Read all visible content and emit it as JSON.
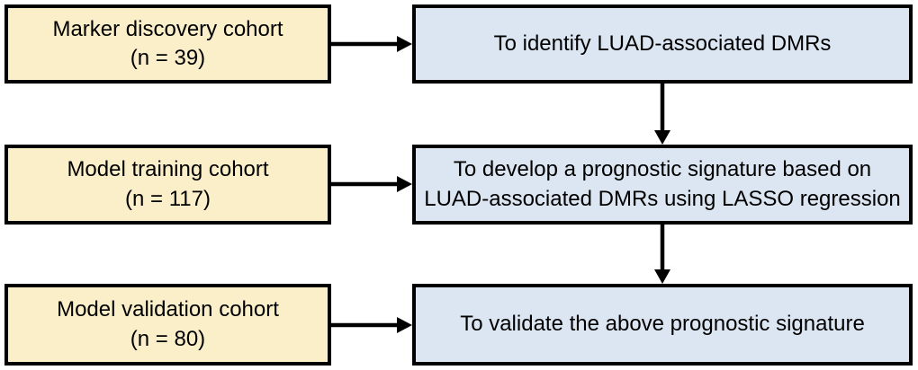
{
  "flowchart": {
    "title_hint": "Study design flowchart",
    "cohorts": [
      {
        "label": "Marker discovery cohort",
        "n": "(n = 39)"
      },
      {
        "label": "Model training cohort",
        "n": "(n = 117)"
      },
      {
        "label": "Model validation cohort",
        "n": "(n = 80)"
      }
    ],
    "steps": [
      {
        "text": "To identify LUAD-associated DMRs"
      },
      {
        "text": "To develop a prognostic signature based on LUAD-associated DMRs using LASSO regression"
      },
      {
        "text": "To validate the above prognostic signature"
      }
    ],
    "colors": {
      "cohort_fill": "#FBEFC9",
      "step_fill": "#DCE6F2",
      "border": "#000000",
      "arrow": "#000000",
      "background": "#FFFFFF"
    }
  }
}
